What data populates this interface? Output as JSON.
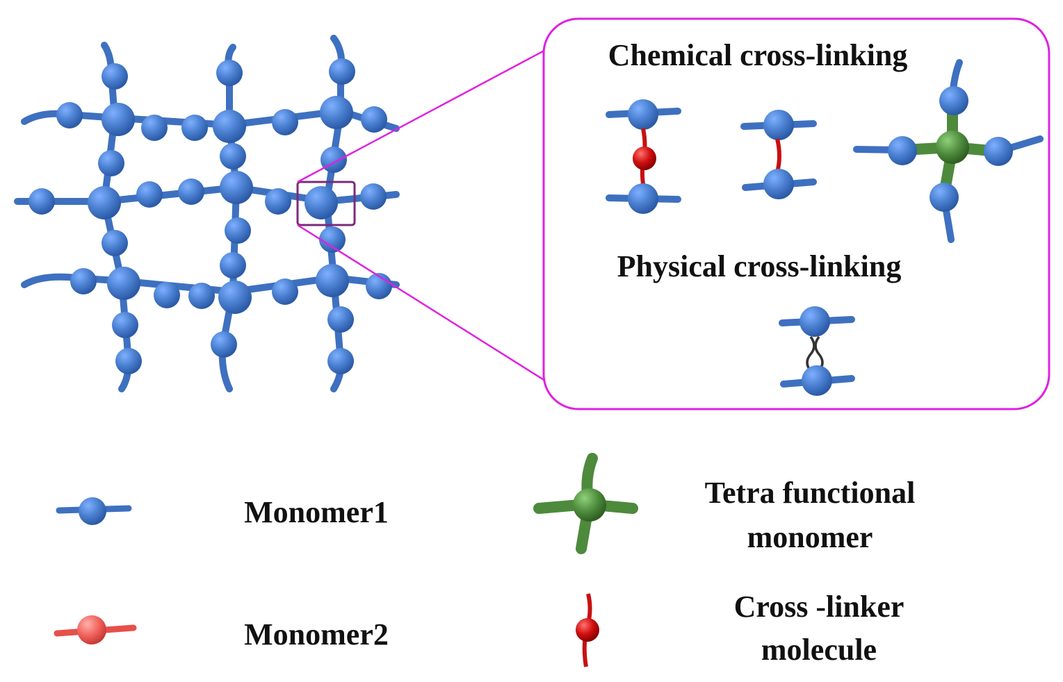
{
  "panel": {
    "chemical_title": "Chemical cross-linking",
    "physical_title": "Physical cross-linking"
  },
  "legend": {
    "monomer1": "Monomer1",
    "monomer2": "Monomer2",
    "tetra_line1": "Tetra functional",
    "tetra_line2": "monomer",
    "crosslinker_line1": "Cross -linker",
    "crosslinker_line2": "molecule"
  },
  "colors": {
    "monomer1_blue": "#4a7fd0",
    "monomer2_red": "#f0605a",
    "tetra_green": "#4d8a3c",
    "crosslinker_red": "#d11010",
    "zoom_magenta": "#e020e0"
  }
}
